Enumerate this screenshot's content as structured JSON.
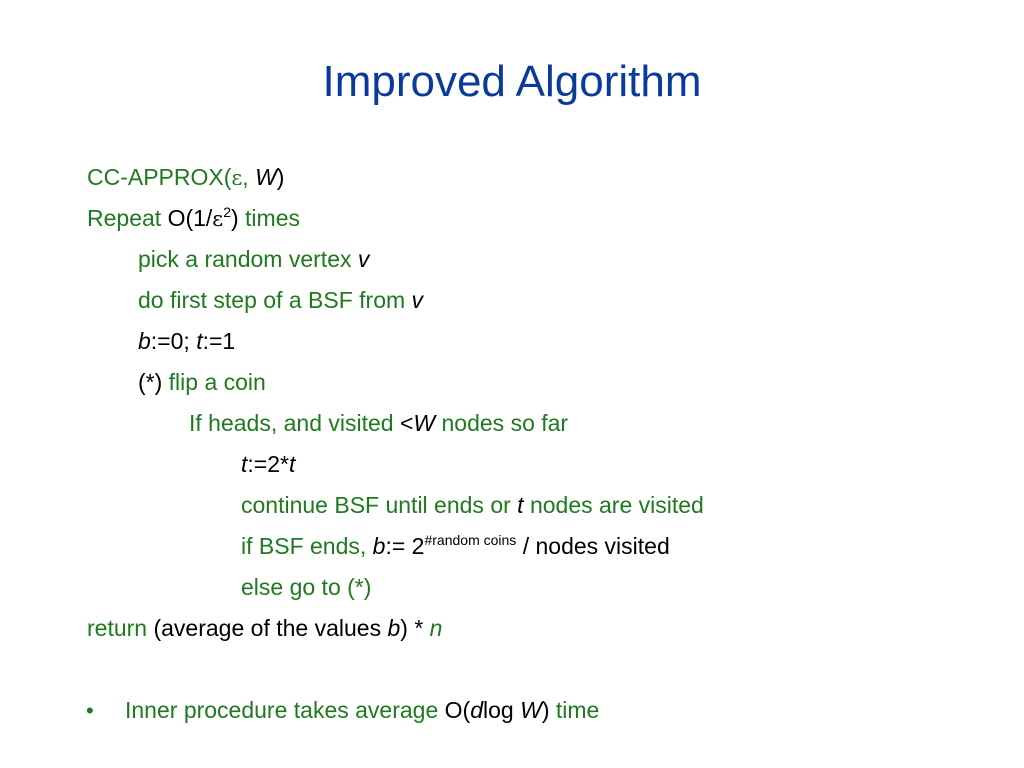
{
  "slide": {
    "title": "Improved Algorithm",
    "line1": {
      "name": "CC-APPROX(",
      "eps": "ε",
      "sep": ", ",
      "w": "W",
      "close": ")"
    },
    "line2": {
      "repeat": "Repeat ",
      "o": "O(1/",
      "eps": "ε",
      "sup": "2",
      "close": ")",
      "times": " times"
    },
    "line3": {
      "text": "pick a random vertex ",
      "v": "v"
    },
    "line4": {
      "text": "do first step of a BSF from ",
      "v": "v"
    },
    "line5": {
      "b": "b",
      "assign1": ":=0; ",
      "t": "t",
      "assign2": ":=1"
    },
    "line6": {
      "paren": "(*) ",
      "text": "flip a coin"
    },
    "line7": {
      "text": "If heads, and visited ",
      "lt": "<",
      "w": "W",
      "rest": " nodes so far"
    },
    "line8": {
      "t1": "t",
      "mid": ":=2*",
      "t2": "t"
    },
    "line9": {
      "pre": "continue BSF until ends or ",
      "t": "t",
      "post": " nodes are visited"
    },
    "line10": {
      "pre": "if BSF ends, ",
      "b": "b",
      "assign": ":= 2",
      "sup": "#random coins",
      "post": " / nodes visited"
    },
    "line11": {
      "text": "else go to (*)"
    },
    "line12": {
      "ret": "return",
      "pre": " (average of the values ",
      "b": "b",
      "mid": ") * ",
      "n": "n"
    },
    "bullet": {
      "dot": "•",
      "pre": "Inner procedure takes average ",
      "o": "O(",
      "d": "d",
      "log": "log ",
      "w": "W",
      "close": ")",
      "post": " time"
    }
  },
  "colors": {
    "title": "#0b3b9a",
    "green": "#1f7a1f",
    "black": "#000000"
  }
}
